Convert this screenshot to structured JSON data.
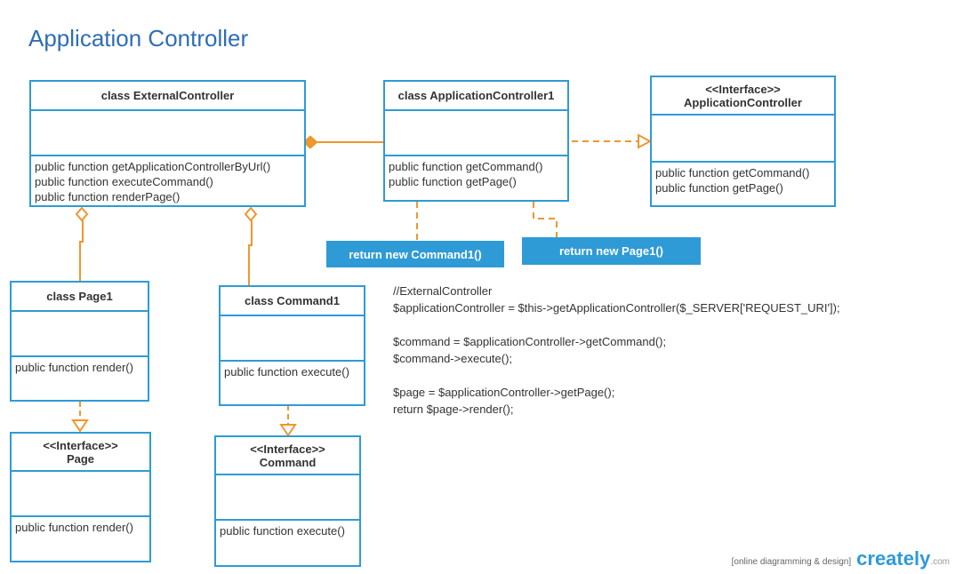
{
  "title": "Application Controller",
  "classes": {
    "external": {
      "header": "class ExternalController",
      "ops": [
        "public function getApplicationControllerByUrl()",
        "public function executeCommand()",
        "public function renderPage()"
      ]
    },
    "appctrl1": {
      "header": "class ApplicationController1",
      "ops": [
        "public function getCommand()",
        "public function getPage()"
      ]
    },
    "iappctrl": {
      "stereotype": "<<Interface>>",
      "header": "ApplicationController",
      "ops": [
        "public function getCommand()",
        "public function getPage()"
      ]
    },
    "page1": {
      "header": "class Page1",
      "ops": [
        "public function render()"
      ]
    },
    "command1": {
      "header": "class Command1",
      "ops": [
        "public function execute()"
      ]
    },
    "ipage": {
      "stereotype": "<<Interface>>",
      "header": "Page",
      "ops": [
        "public function render()"
      ]
    },
    "icommand": {
      "stereotype": "<<Interface>>",
      "header": "Command",
      "ops": [
        "public function execute()"
      ]
    }
  },
  "notes": {
    "command": "return new Command1()",
    "page": "return new Page1()"
  },
  "code": [
    "//ExternalController",
    "$applicationController = $this->getApplicationController($_SERVER['REQUEST_URI']);",
    "",
    "$command = $applicationController->getCommand();",
    "$command->execute();",
    "",
    "$page = $applicationController->getPage();",
    "return $page->render();"
  ],
  "footer": {
    "tagline": "[online diagramming & design]",
    "brand": "creately",
    "tld": ".com"
  },
  "colors": {
    "title": "#2f6db5",
    "box_border": "#2e9bd6",
    "connector": "#f0962d",
    "note_fill": "#2e9bd6"
  }
}
